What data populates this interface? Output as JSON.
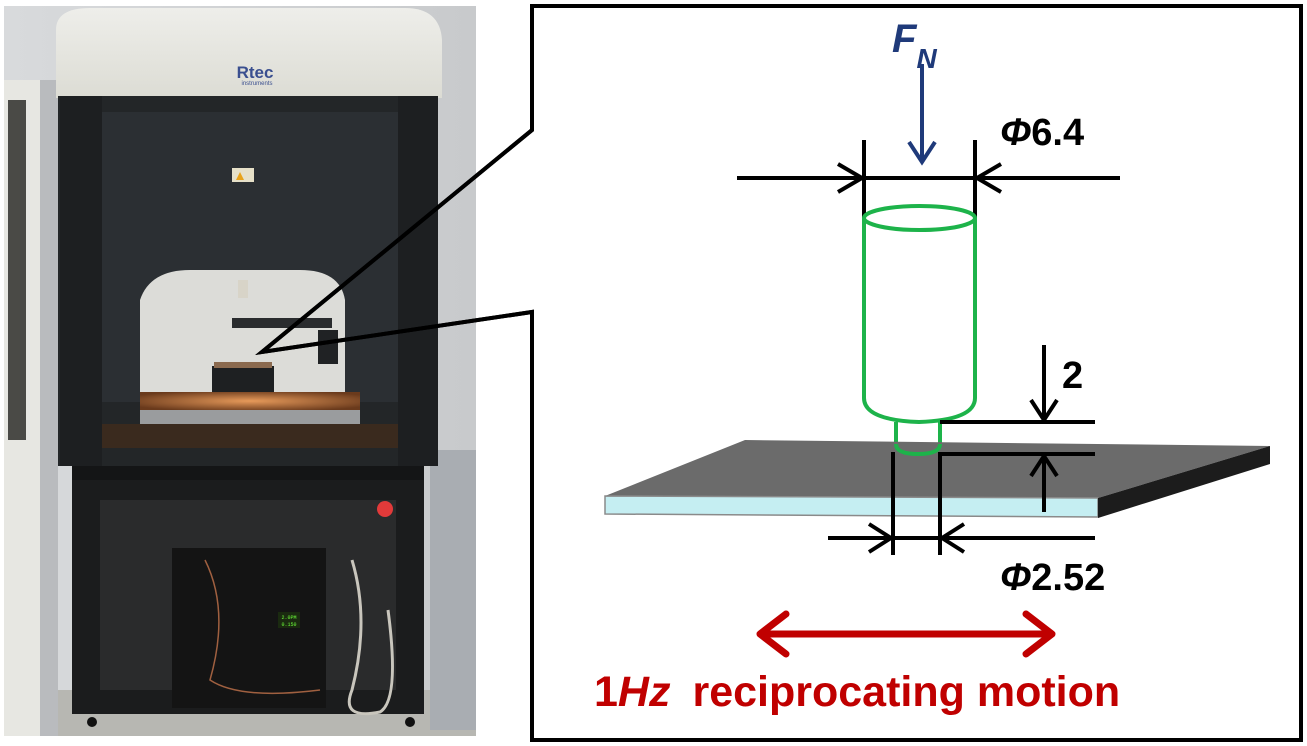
{
  "figure": {
    "photo": {
      "description": "Rtec tribometer photograph",
      "brand_name": "Rtec",
      "brand_sub": "instruments",
      "display_line1": "2.0PM",
      "display_line2": "0.150"
    },
    "schematic": {
      "force_label_main": "F",
      "force_label_sub": "N",
      "upper_diameter_symbol": "Φ",
      "upper_diameter_value": "6.4",
      "pin_height_value": "2",
      "pin_diameter_symbol": "Φ",
      "pin_diameter_value": "2.52",
      "motion_freq_number": "1",
      "motion_freq_unit": "Hz",
      "motion_text": "reciprocating motion"
    },
    "colors": {
      "force_arrow": "#1f3a7a",
      "specimen_outline": "#1db34a",
      "motion": "#c00000",
      "plate_top": "#6b6b6b",
      "plate_front": "#c5eef2",
      "plate_side": "#1c1c1c",
      "dimension": "#000000"
    }
  }
}
